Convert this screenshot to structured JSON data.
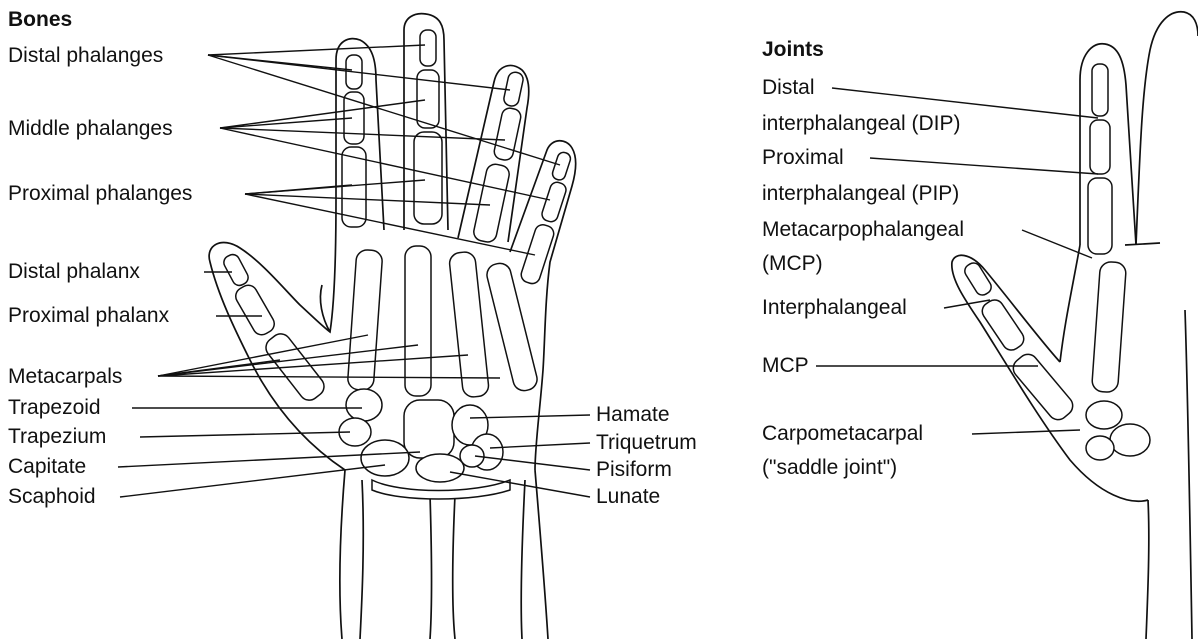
{
  "bones": {
    "heading": "Bones",
    "labels": {
      "distal_phalanges": "Distal phalanges",
      "middle_phalanges": "Middle phalanges",
      "proximal_phalanges": "Proximal phalanges",
      "distal_phalanx": "Distal phalanx",
      "proximal_phalanx": "Proximal phalanx",
      "metacarpals": "Metacarpals",
      "trapezoid": "Trapezoid",
      "trapezium": "Trapezium",
      "capitate": "Capitate",
      "scaphoid": "Scaphoid",
      "hamate": "Hamate",
      "triquetrum": "Triquetrum",
      "pisiform": "Pisiform",
      "lunate": "Lunate"
    }
  },
  "joints": {
    "heading": "Joints",
    "labels": {
      "dip_line1": "Distal",
      "dip_line2": "interphalangeal (DIP)",
      "pip_line1": "Proximal",
      "pip_line2": "interphalangeal (PIP)",
      "mcp_line1": "Metacarpophalangeal",
      "mcp_line2": "(MCP)",
      "interphalangeal": "Interphalangeal",
      "mcp_thumb": "MCP",
      "cmc_line1": "Carpometacarpal",
      "cmc_line2": "(\"saddle joint\")"
    }
  }
}
